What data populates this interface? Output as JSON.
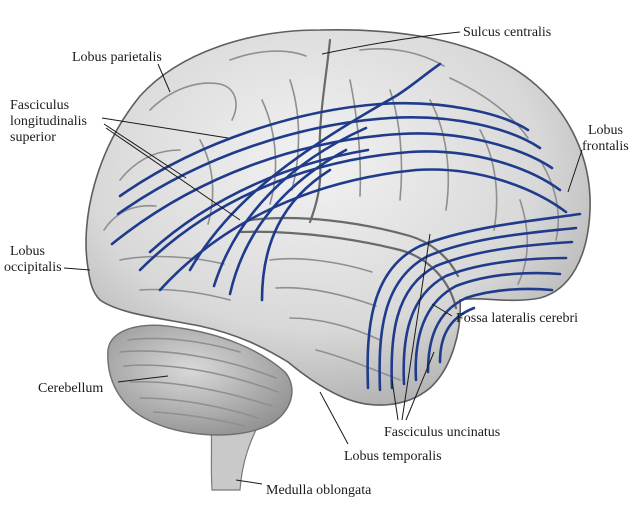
{
  "labels": {
    "sulcus_centralis": "Sulcus centralis",
    "lobus_parietalis": "Lobus parietalis",
    "fasciculus_sup_1": "Fasciculus",
    "fasciculus_sup_2": "longitudinalis",
    "fasciculus_sup_3": "superior",
    "lobus_frontalis_1": "Lobus",
    "lobus_frontalis_2": "frontalis",
    "lobus_occipitalis_1": "Lobus",
    "lobus_occipitalis_2": "occipitalis",
    "fossa_lateralis": "Fossa lateralis cerebri",
    "cerebellum": "Cerebellum",
    "fasciculus_uncinatus": "Fasciculus uncinatus",
    "lobus_temporalis": "Lobus temporalis",
    "medulla_oblongata": "Medulla oblongata"
  },
  "colors": {
    "fiber": "#1f3b8c",
    "brain": "#dcdcdc",
    "brain_shadow": "#a9a9a9",
    "cerebellum": "#bdbdbd",
    "text": "#1a1a1a"
  }
}
